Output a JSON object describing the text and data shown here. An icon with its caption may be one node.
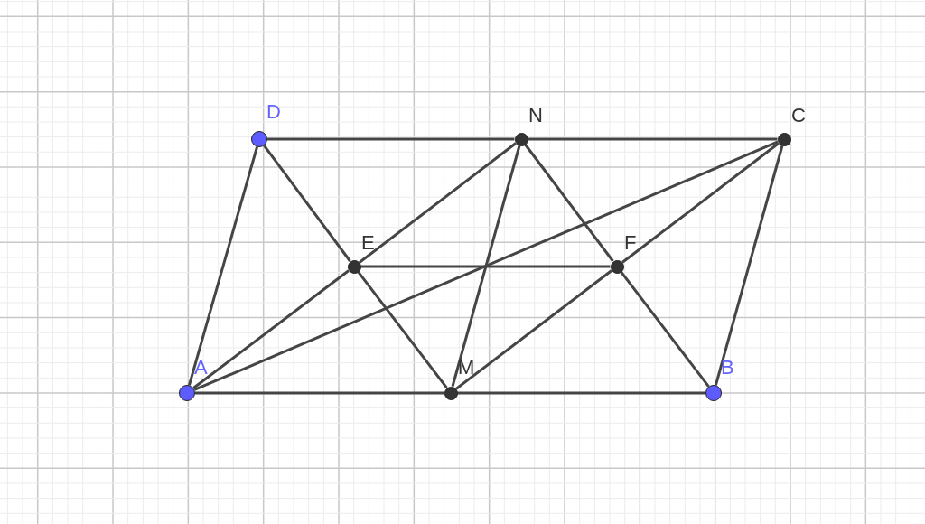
{
  "diagram": {
    "nodes": [
      {
        "text": [
          "D"
        ]
      },
      {
        "text": [
          "N"
        ]
      },
      {
        "text": [
          "C"
        ]
      },
      {
        "text": [
          "E"
        ]
      },
      {
        "text": [
          "F"
        ]
      },
      {
        "text": [
          "A"
        ]
      },
      {
        "text": [
          "M"
        ]
      },
      {
        "text": [
          "B"
        ]
      }
    ],
    "edges": [
      {
        "from": 0,
        "to": 1,
        "arrow": "none"
      },
      {
        "from": 1,
        "to": 2,
        "arrow": "none"
      },
      {
        "from": 5,
        "to": 6,
        "arrow": "none"
      },
      {
        "from": 6,
        "to": 7,
        "arrow": "none"
      },
      {
        "from": 5,
        "to": 0,
        "arrow": "none"
      },
      {
        "from": 7,
        "to": 2,
        "arrow": "none"
      },
      {
        "from": 0,
        "to": 3,
        "arrow": "none"
      },
      {
        "from": 3,
        "to": 6,
        "arrow": "none"
      },
      {
        "from": 1,
        "to": 4,
        "arrow": "none"
      },
      {
        "from": 4,
        "to": 7,
        "arrow": "none"
      },
      {
        "from": 5,
        "to": 3,
        "arrow": "none"
      },
      {
        "from": 3,
        "to": 1,
        "arrow": "none"
      },
      {
        "from": 6,
        "to": 4,
        "arrow": "none"
      },
      {
        "from": 4,
        "to": 2,
        "arrow": "none"
      },
      {
        "from": 5,
        "to": 2,
        "arrow": "none"
      },
      {
        "from": 1,
        "to": 6,
        "arrow": "none"
      },
      {
        "from": 3,
        "to": 4,
        "arrow": "none"
      }
    ]
  }
}
